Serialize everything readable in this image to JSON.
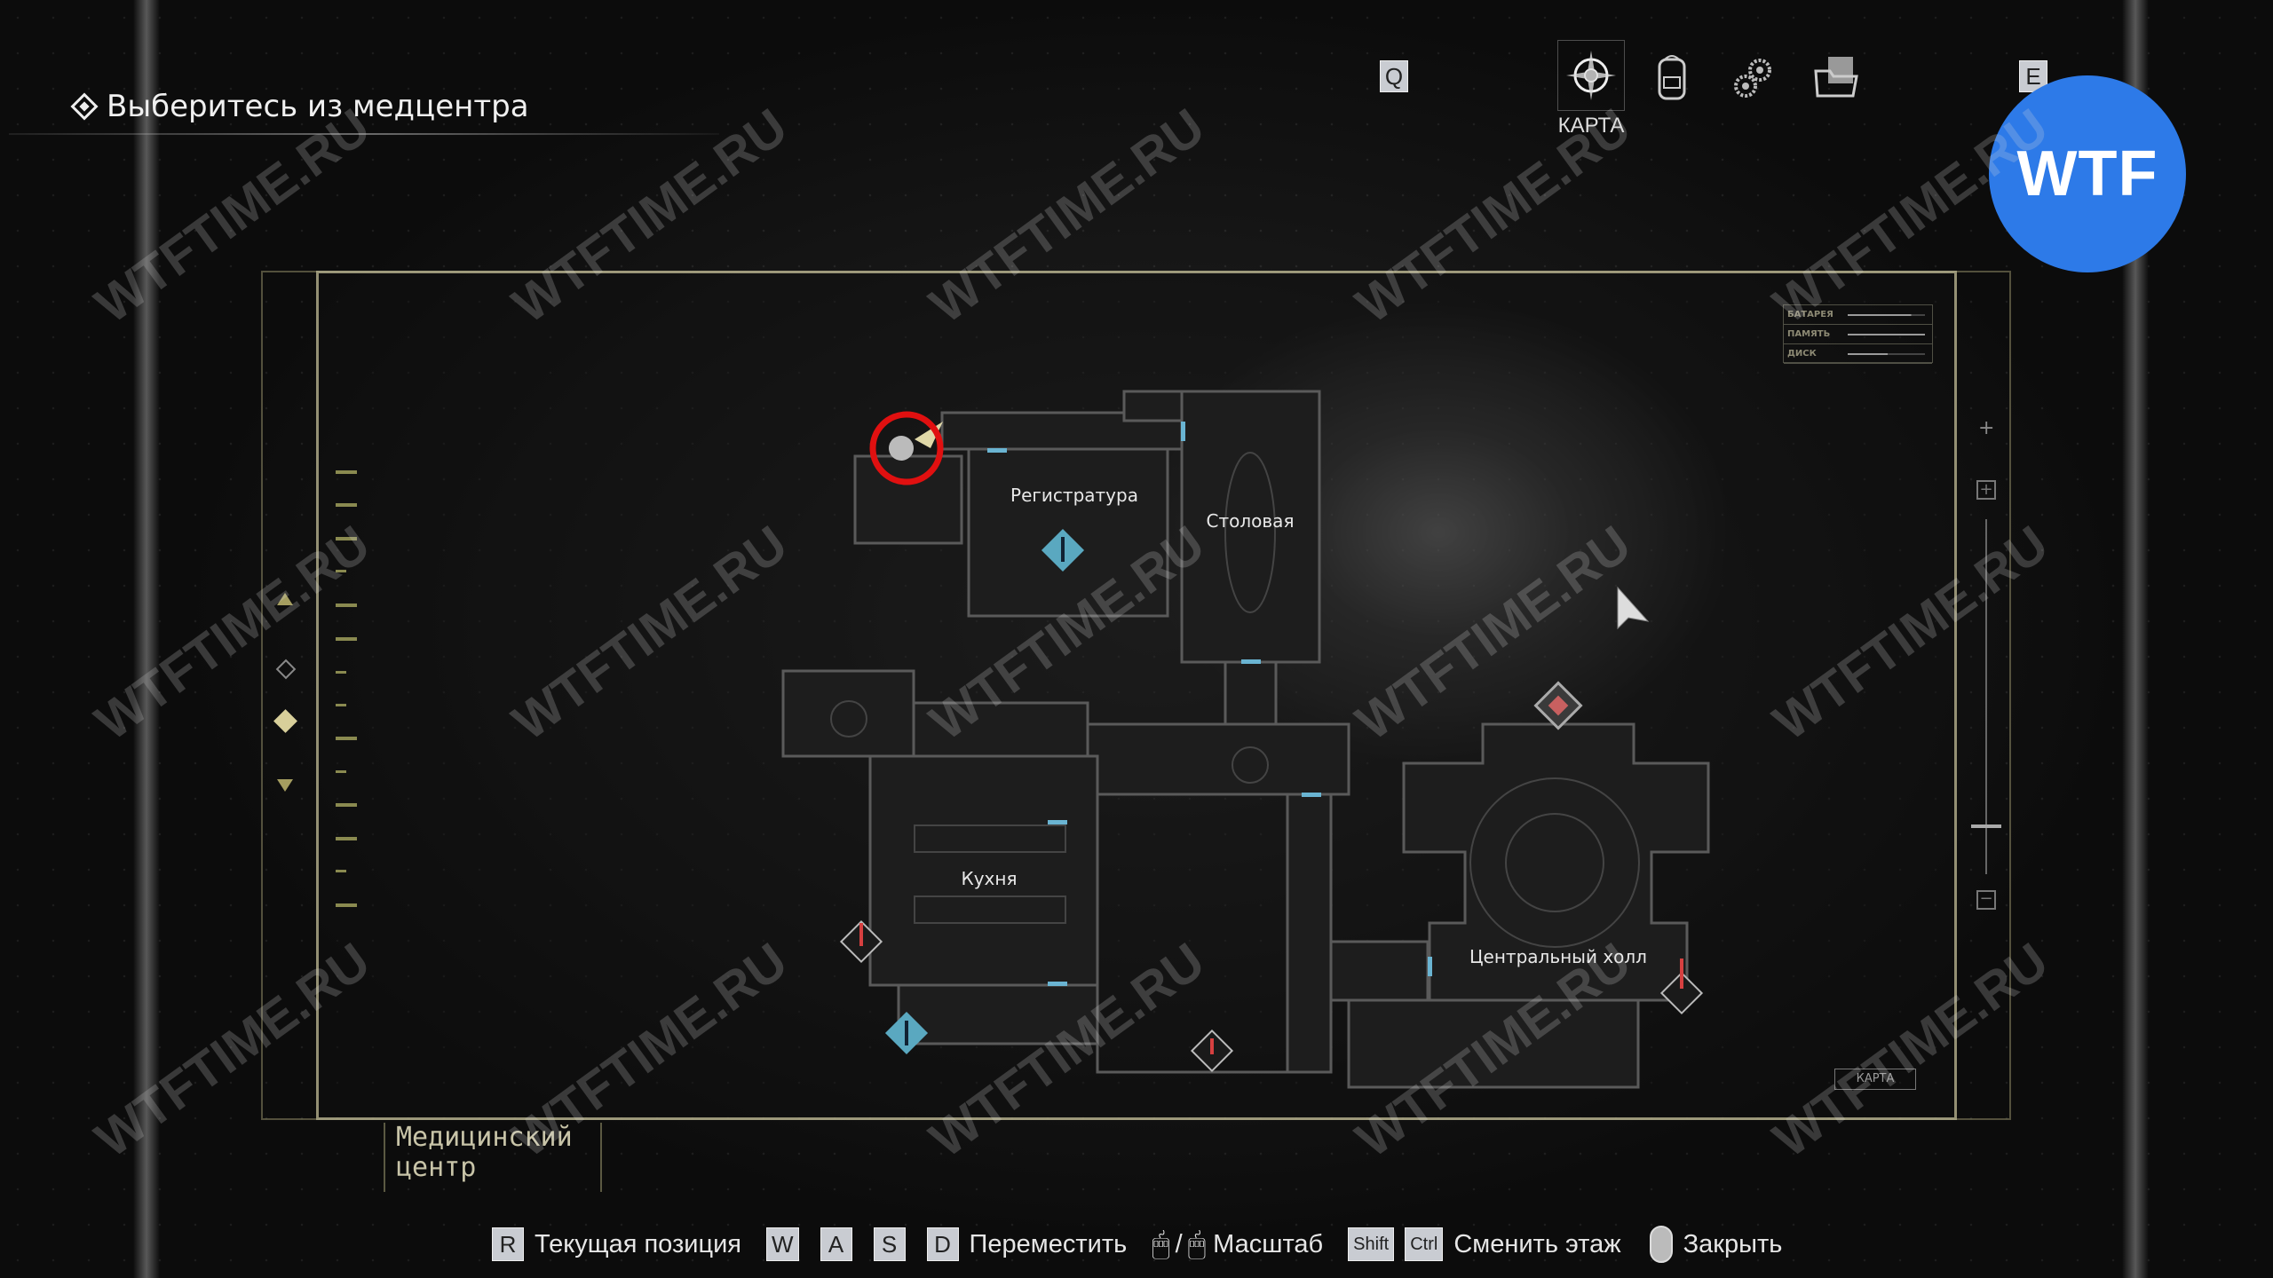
{
  "objective": {
    "text": "Выберитесь из медцентра"
  },
  "tabs": {
    "prev_key": "Q",
    "next_key": "E",
    "active_label": "КАРТА",
    "items": [
      "map",
      "inventory",
      "upgrades",
      "files"
    ]
  },
  "badge": {
    "text": "WTF",
    "color": "#2d7ae8"
  },
  "watermark": "WTFTIME.RU",
  "status": {
    "rows": [
      {
        "label": "БАТАРЕЯ",
        "level": 0.82
      },
      {
        "label": "ПАМЯТЬ",
        "level": 1.0
      },
      {
        "label": "ДИСК",
        "level": 0.52
      }
    ]
  },
  "map": {
    "area_name": "Медицинский центр",
    "corner_label": "КАРТА",
    "rooms": [
      "Регистратура",
      "Столовая",
      "Кухня",
      "Центральный холл"
    ]
  },
  "controls": {
    "r_key": "R",
    "current_position": "Текущая позиция",
    "w": "W",
    "a": "A",
    "s": "S",
    "d": "D",
    "move": "Переместить",
    "slash": "/",
    "zoom": "Масштаб",
    "shift": "Shift",
    "ctrl": "Ctrl",
    "change_floor": "Сменить этаж",
    "close": "Закрыть"
  }
}
